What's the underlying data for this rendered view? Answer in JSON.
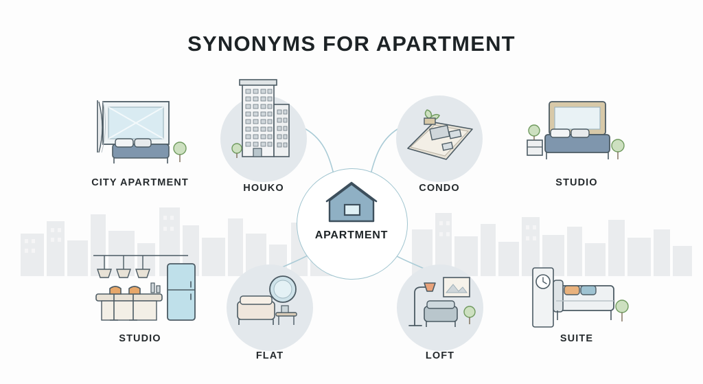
{
  "page": {
    "title": "SYNONYMS FOR APARTMENT",
    "background_color": "#fdfdfd",
    "accent_color": "#7fb4c4",
    "circle_fill": "#e3e8ec",
    "text_color": "#1d2326"
  },
  "diagram": {
    "type": "hub-and-spoke",
    "center": {
      "label": "APARTMENT",
      "icon": "house-icon"
    },
    "nodes": [
      {
        "label": "HOUKO",
        "icon": "apartment-building-icon",
        "position": "top-left-inner"
      },
      {
        "label": "CONDO",
        "icon": "rooftop-terrace-icon",
        "position": "top-right-inner"
      },
      {
        "label": "FLAT",
        "icon": "living-room-sofa-icon",
        "position": "bottom-left-inner"
      },
      {
        "label": "LOFT",
        "icon": "loft-lamp-sofa-icon",
        "position": "bottom-right-inner"
      }
    ],
    "outer_nodes": [
      {
        "label": "CITY APARTMENT",
        "icon": "bedroom-window-icon",
        "position": "top-left"
      },
      {
        "label": "STUDIO",
        "icon": "bedroom-tv-icon",
        "position": "top-right"
      },
      {
        "label": "STUDIO",
        "icon": "kitchen-island-icon",
        "position": "bottom-left"
      },
      {
        "label": "SUITE",
        "icon": "suite-bed-clock-icon",
        "position": "bottom-right"
      }
    ]
  }
}
